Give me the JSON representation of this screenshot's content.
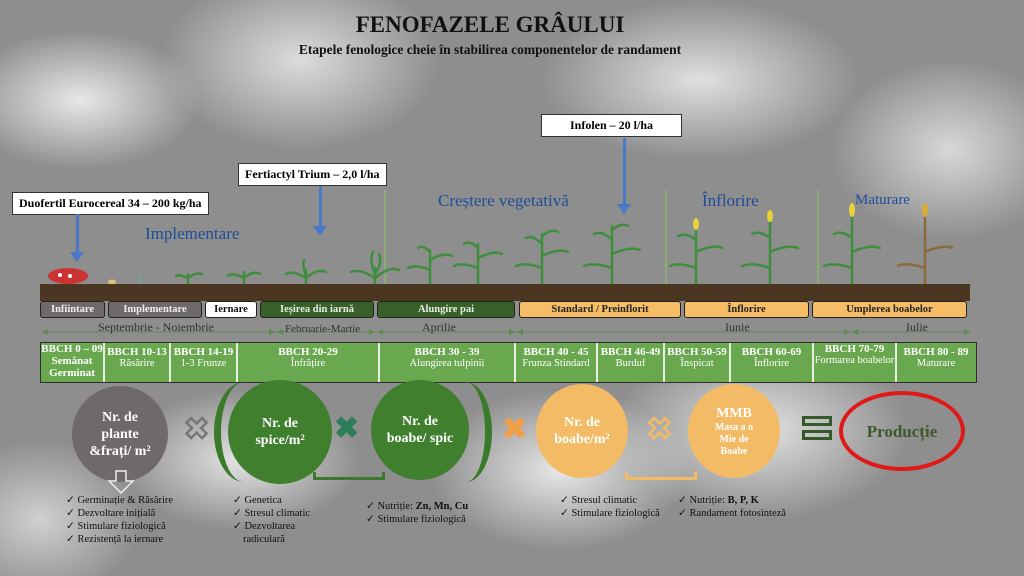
{
  "title": "FENOFAZELE GRÂULUI",
  "subtitle": "Etapele fenologice cheie în stabilirea componentelor de randament",
  "callouts": [
    "Duofertil Eurocereal 34 – 200 kg/ha",
    "Fertiactyl Trium – 2,0 l/ha",
    "Infolen – 20 l/ha"
  ],
  "stage_headings": [
    "Implementare",
    "Creștere vegetativă",
    "Înflorire",
    "Maturare"
  ],
  "stage_bar": [
    "Infiintare",
    "Implementare",
    "Iernare",
    "Ieșirea din iarnă",
    "Alungire pai",
    "Standard / Preinflorit",
    "Înflorire",
    "Umplerea boabelor"
  ],
  "months": [
    "Septembrie - Noiembrie",
    "Februarie-Martie",
    "Aprilie",
    "Iunie",
    "Iulie"
  ],
  "bbch": [
    {
      "code": "BBCH 0 – 09",
      "name": "Semănat Germinat"
    },
    {
      "code": "BBCH 10-13",
      "name": "Răsărire"
    },
    {
      "code": "BBCH 14-19",
      "name": "1-3 Frunze"
    },
    {
      "code": "BBCH 20-29",
      "name": "Înfrățire"
    },
    {
      "code": "BBCH 30 - 39",
      "name": "Alungirea tulpinii"
    },
    {
      "code": "BBCH 40 - 45",
      "name": "Frunza Stindard"
    },
    {
      "code": "BBCH 46-49",
      "name": "Burduf"
    },
    {
      "code": "BBCH 50-59",
      "name": "Înspicat"
    },
    {
      "code": "BBCH 60-69",
      "name": "Înflorire"
    },
    {
      "code": "BBCH 70-79",
      "name": "Formarea boabelor"
    },
    {
      "code": "BBCH 80 - 89",
      "name": "Maturare"
    }
  ],
  "components": {
    "plants": "Nr. de plante &frați/ m²",
    "spikes": "Nr. de spice/m²",
    "grains_per_spike": "Nr. de boabe/ spic",
    "grains_m2": "Nr. de boabe/m²",
    "mmb_title": "MMB",
    "mmb_sub": "Masa a o Mie de Boabe",
    "production": "Producție"
  },
  "operators": {
    "times": "✖",
    "equals": "="
  },
  "factors": {
    "plants": [
      "Germinație & Răsărire",
      "Dezvoltare inițială",
      "Stimulare fiziologică",
      "Rezistență la iernare"
    ],
    "spikes": [
      "Genetica",
      "Stresul climatic",
      "Dezvoltarea radiculară"
    ],
    "nutr1_label": "Nutriție: ",
    "nutr1_bold": "Zn, Mn, Cu",
    "nutr1_extra": "Stimulare fiziologică",
    "grains_m2": [
      "Stresul climatic",
      "Stimulare fiziologică"
    ],
    "nutr2_label": "Nutriție: ",
    "nutr2_bold": "B, P, K",
    "nutr2_extra": "Randament fotosinteză"
  }
}
